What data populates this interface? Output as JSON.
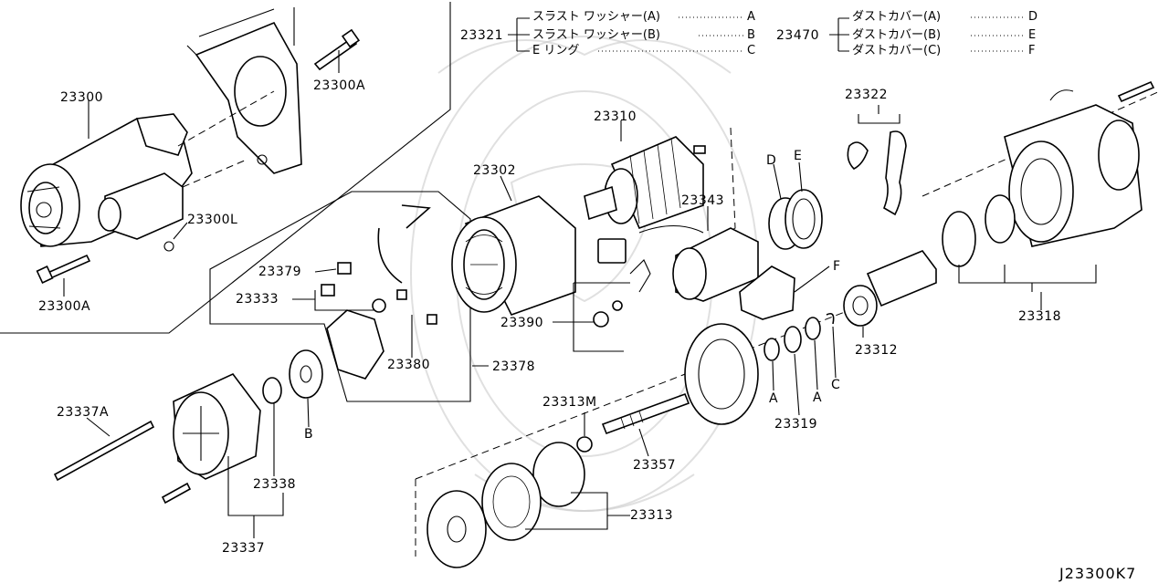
{
  "legend_a": {
    "code": "23321",
    "items": [
      {
        "text": "スラスト ワッシャー(A)",
        "ref": "A"
      },
      {
        "text": "スラスト ワッシャー(B)",
        "ref": "B"
      },
      {
        "text": "E リング",
        "ref": "C"
      }
    ]
  },
  "legend_b": {
    "code": "23470",
    "items": [
      {
        "text": "ダストカバー(A)",
        "ref": "D"
      },
      {
        "text": "ダストカバー(B)",
        "ref": "E"
      },
      {
        "text": "ダストカバー(C)",
        "ref": "F"
      }
    ]
  },
  "labels": {
    "p23300": "23300",
    "p23300A_top": "23300A",
    "p23300L": "23300L",
    "p23300A_bottom": "23300A",
    "p23310": "23310",
    "p23302": "23302",
    "p23343": "23343",
    "p23322": "23322",
    "p23379": "23379",
    "p23333": "23333",
    "p23390": "23390",
    "p23380": "23380",
    "p23378": "23378",
    "p23312": "23312",
    "p23318": "23318",
    "p23319": "23319",
    "p23313M": "23313M",
    "p23357": "23357",
    "p23313": "23313",
    "p23337A": "23337A",
    "p23338": "23338",
    "p23337": "23337",
    "refD": "D",
    "refE": "E",
    "refF": "F",
    "refA1": "A",
    "refA2": "A",
    "refC": "C",
    "refB": "B"
  },
  "diagram_code": "J23300K7"
}
